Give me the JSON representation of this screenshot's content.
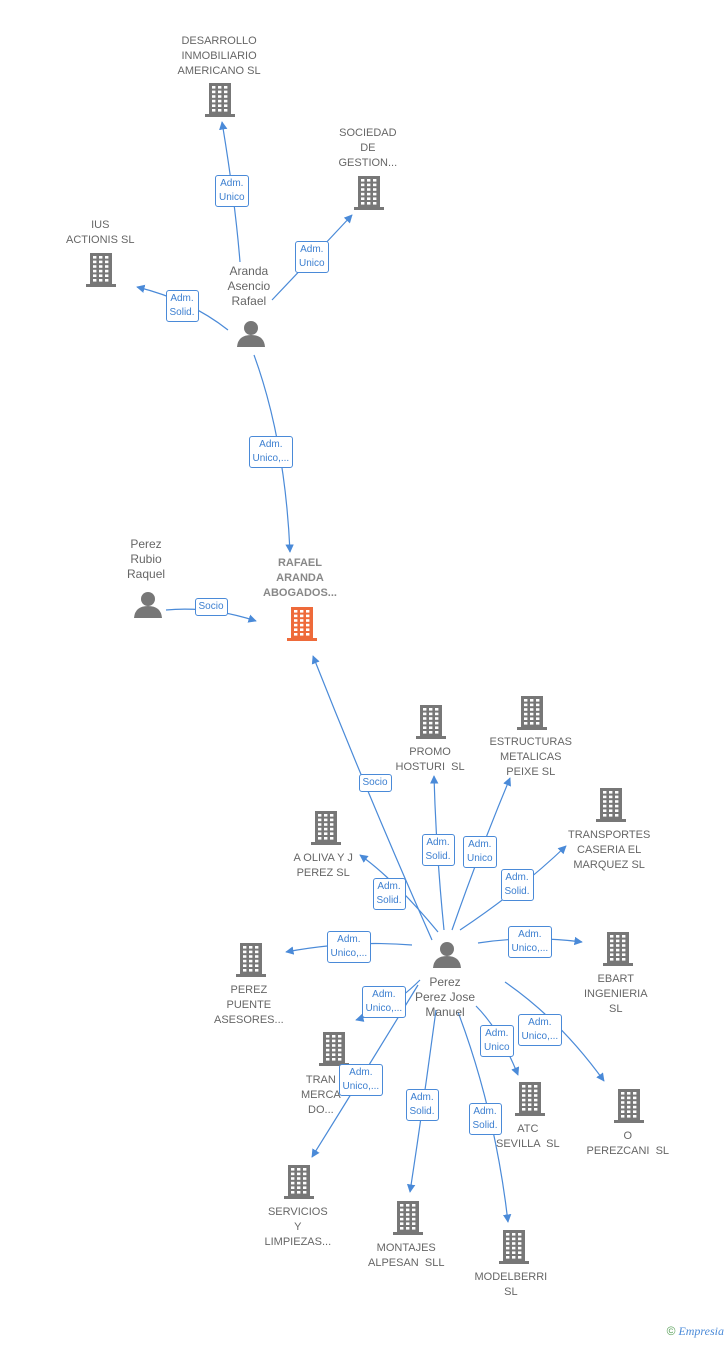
{
  "diagram": {
    "nodes": [
      {
        "id": "desarrollo",
        "type": "company",
        "label": "DESARROLLO\nINMOBILIARIO\nAMERICANO SL",
        "focus": false
      },
      {
        "id": "sociedad",
        "type": "company",
        "label": "SOCIEDAD\nDE\nGESTION...",
        "focus": false
      },
      {
        "id": "ius",
        "type": "company",
        "label": "IUS\nACTIONIS SL",
        "focus": false
      },
      {
        "id": "aranda",
        "type": "person",
        "label": "Aranda\nAsencio\nRafael",
        "focus": false
      },
      {
        "id": "rafael",
        "type": "company",
        "label": "RAFAEL\nARANDA\nABOGADOS...",
        "focus": true
      },
      {
        "id": "perez_rubio",
        "type": "person",
        "label": "Perez\nRubio\nRaquel",
        "focus": false
      },
      {
        "id": "promo",
        "type": "company",
        "label": "PROMO\nHOSTURI  SL",
        "focus": false
      },
      {
        "id": "estructuras",
        "type": "company",
        "label": "ESTRUCTURAS\nMETALICAS\nPEIXE SL",
        "focus": false
      },
      {
        "id": "transportes",
        "type": "company",
        "label": "TRANSPORTES\nCASERIA EL\nMARQUEZ SL",
        "focus": false
      },
      {
        "id": "aoliva",
        "type": "company",
        "label": "A OLIVA Y J\nPEREZ SL",
        "focus": false
      },
      {
        "id": "perez_jose",
        "type": "person",
        "label": "Perez\nPerez Jose\nManuel",
        "focus": false
      },
      {
        "id": "ebart",
        "type": "company",
        "label": "EBART\nINGENIERIA\nSL",
        "focus": false
      },
      {
        "id": "perez_puente",
        "type": "company",
        "label": "PEREZ\nPUENTE\nASESORES...",
        "focus": false
      },
      {
        "id": "tran",
        "type": "company",
        "label": "TRAN\nMERCA\nDO...",
        "focus": false
      },
      {
        "id": "atc",
        "type": "company",
        "label": "ATC\nSEVILLA  SL",
        "focus": false
      },
      {
        "id": "perezcani",
        "type": "company",
        "label": "O\nPEREZCANI  SL",
        "focus": false
      },
      {
        "id": "servicios",
        "type": "company",
        "label": "SERVICIOS\nY\nLIMPIEZAS...",
        "focus": false
      },
      {
        "id": "montajes",
        "type": "company",
        "label": "MONTAJES\nALPESAN  SLL",
        "focus": false
      },
      {
        "id": "modelberri",
        "type": "company",
        "label": "MODELBERRI\nSL",
        "focus": false
      }
    ],
    "edges": [
      {
        "from": "aranda",
        "to": "desarrollo",
        "label": "Adm.\nUnico"
      },
      {
        "from": "aranda",
        "to": "sociedad",
        "label": "Adm.\nUnico"
      },
      {
        "from": "aranda",
        "to": "ius",
        "label": "Adm.\nSolid."
      },
      {
        "from": "aranda",
        "to": "rafael",
        "label": "Adm.\nUnico,..."
      },
      {
        "from": "perez_rubio",
        "to": "rafael",
        "label": "Socio"
      },
      {
        "from": "perez_jose",
        "to": "rafael",
        "label": "Socio"
      },
      {
        "from": "perez_jose",
        "to": "promo",
        "label": "Adm.\nSolid."
      },
      {
        "from": "perez_jose",
        "to": "estructuras",
        "label": "Adm.\nUnico"
      },
      {
        "from": "perez_jose",
        "to": "transportes",
        "label": "Adm.\nSolid."
      },
      {
        "from": "perez_jose",
        "to": "aoliva",
        "label": "Adm.\nSolid."
      },
      {
        "from": "perez_jose",
        "to": "ebart",
        "label": "Adm.\nUnico,..."
      },
      {
        "from": "perez_jose",
        "to": "perez_puente",
        "label": "Adm.\nUnico,..."
      },
      {
        "from": "perez_jose",
        "to": "tran",
        "label": "Adm.\nUnico,..."
      },
      {
        "from": "perez_jose",
        "to": "atc",
        "label": "Adm.\nUnico"
      },
      {
        "from": "perez_jose",
        "to": "perezcani",
        "label": "Adm.\nUnico,..."
      },
      {
        "from": "perez_jose",
        "to": "servicios",
        "label": "Adm.\nUnico,..."
      },
      {
        "from": "perez_jose",
        "to": "montajes",
        "label": "Adm.\nSolid."
      },
      {
        "from": "perez_jose",
        "to": "modelberri",
        "label": "Adm.\nSolid."
      }
    ],
    "colors": {
      "edge": "#4a8ad8",
      "icon": "#777777",
      "focus_icon": "#ee6a3a"
    }
  },
  "footer": {
    "copyright_symbol": "©",
    "brand": "Empresia"
  }
}
